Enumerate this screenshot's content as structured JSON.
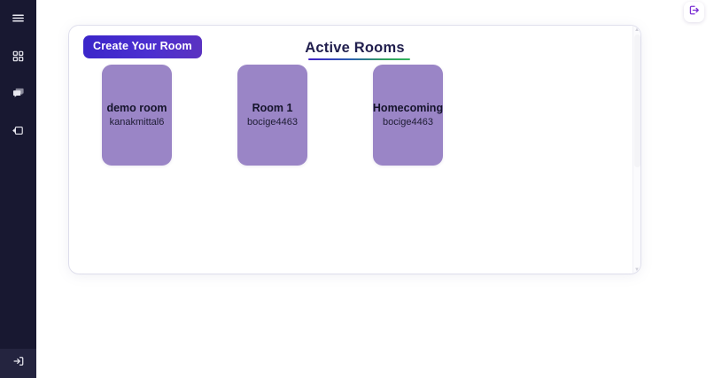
{
  "sidebar": {
    "items": [
      {
        "name": "menu-toggle",
        "icon": "hamburger-menu-icon"
      },
      {
        "name": "dashboard",
        "icon": "grid-icon"
      },
      {
        "name": "chats",
        "icon": "chat-bubbles-icon"
      },
      {
        "name": "inbox",
        "icon": "inbox-arrow-icon"
      }
    ],
    "bottom": {
      "name": "logout",
      "icon": "logout-icon"
    },
    "background_color": "#181831"
  },
  "topbar": {
    "logout": {
      "label": "",
      "icon": "logout-icon",
      "color": "#7b2fd4"
    }
  },
  "panel": {
    "create_room_button": "Create Your Room",
    "heading": "Active Rooms",
    "heading_color": "#211f4e",
    "underline_colors": [
      "#4020c8",
      "#34b45f"
    ],
    "card_color": "#9a85c6",
    "rooms": [
      {
        "name": "demo room",
        "owner": "kanakmittal6"
      },
      {
        "name": "Room 1",
        "owner": "bocige4463"
      },
      {
        "name": "Homecoming",
        "owner": "bocige4463"
      }
    ]
  },
  "scrollbar": {
    "up_arrow": "▲",
    "down_arrow": "▼"
  }
}
